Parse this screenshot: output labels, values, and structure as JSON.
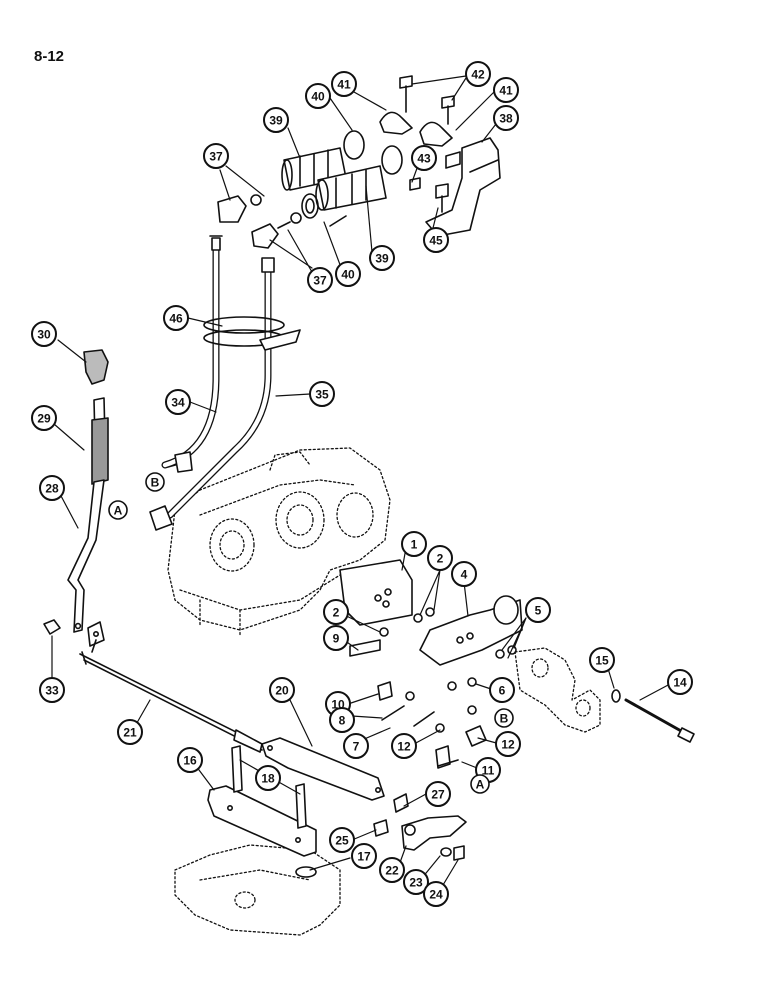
{
  "page": {
    "page_number": "8-12"
  },
  "callouts": [
    {
      "id": "c30",
      "label": "30"
    },
    {
      "id": "c29",
      "label": "29"
    },
    {
      "id": "c28",
      "label": "28"
    },
    {
      "id": "c33",
      "label": "33"
    },
    {
      "id": "c21",
      "label": "21"
    },
    {
      "id": "c46",
      "label": "46"
    },
    {
      "id": "c34",
      "label": "34"
    },
    {
      "id": "c35",
      "label": "35"
    },
    {
      "id": "c37a",
      "label": "37"
    },
    {
      "id": "c37b",
      "label": "37"
    },
    {
      "id": "c39a",
      "label": "39"
    },
    {
      "id": "c39b",
      "label": "39"
    },
    {
      "id": "c40a",
      "label": "40"
    },
    {
      "id": "c40b",
      "label": "40"
    },
    {
      "id": "c41a",
      "label": "41"
    },
    {
      "id": "c41b",
      "label": "41"
    },
    {
      "id": "c42",
      "label": "42"
    },
    {
      "id": "c43",
      "label": "43"
    },
    {
      "id": "c38",
      "label": "38"
    },
    {
      "id": "c45",
      "label": "45"
    },
    {
      "id": "c1",
      "label": "1"
    },
    {
      "id": "c2a",
      "label": "2"
    },
    {
      "id": "c2b",
      "label": "2"
    },
    {
      "id": "c4",
      "label": "4"
    },
    {
      "id": "c5",
      "label": "5"
    },
    {
      "id": "c9",
      "label": "9"
    },
    {
      "id": "c6",
      "label": "6"
    },
    {
      "id": "c10",
      "label": "10"
    },
    {
      "id": "c8",
      "label": "8"
    },
    {
      "id": "c7",
      "label": "7"
    },
    {
      "id": "c12a",
      "label": "12"
    },
    {
      "id": "c12b",
      "label": "12"
    },
    {
      "id": "c11",
      "label": "11"
    },
    {
      "id": "c15",
      "label": "15"
    },
    {
      "id": "c14",
      "label": "14"
    },
    {
      "id": "c20",
      "label": "20"
    },
    {
      "id": "c16",
      "label": "16"
    },
    {
      "id": "c18",
      "label": "18"
    },
    {
      "id": "c27",
      "label": "27"
    },
    {
      "id": "c25",
      "label": "25"
    },
    {
      "id": "c17",
      "label": "17"
    },
    {
      "id": "c22",
      "label": "22"
    },
    {
      "id": "c23",
      "label": "23"
    },
    {
      "id": "c24",
      "label": "24"
    }
  ],
  "connection_markers": [
    {
      "id": "mB1",
      "label": "B"
    },
    {
      "id": "mA1",
      "label": "A"
    },
    {
      "id": "mB2",
      "label": "B"
    },
    {
      "id": "mA2",
      "label": "A"
    }
  ]
}
